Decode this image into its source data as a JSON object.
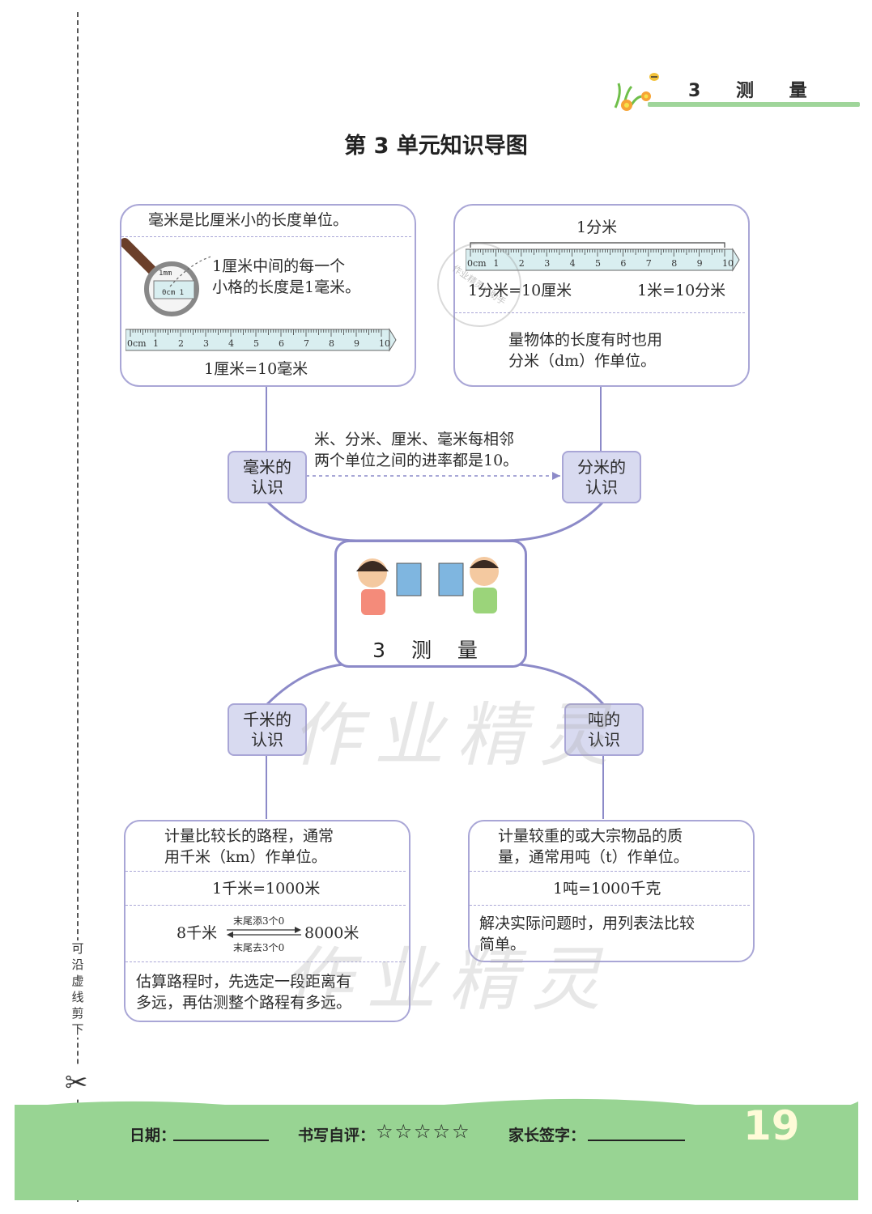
{
  "header": {
    "unit_label": "3 测 量"
  },
  "page_title": "第 3 单元知识导图",
  "center": {
    "title": "3 测 量"
  },
  "mm_box": {
    "title": "毫米是比厘米小的长度单位。",
    "desc_line1": "1厘米中间的每一个",
    "desc_line2": "小格的长度是1毫米。",
    "magnifier_mm": "1mm",
    "magnifier_cm": "0cm  1",
    "ruler_labels": [
      "0cm",
      "1",
      "2",
      "3",
      "4",
      "5",
      "6",
      "7",
      "8",
      "9",
      "10"
    ],
    "equation": "1厘米=10毫米"
  },
  "dm_box": {
    "brace_label": "1分米",
    "ruler_labels": [
      "0cm",
      "1",
      "2",
      "3",
      "4",
      "5",
      "6",
      "7",
      "8",
      "9",
      "10"
    ],
    "eq1": "1分米=10厘米",
    "eq2": "1米=10分米",
    "note_line1": "量物体的长度有时也用",
    "note_line2": "分米（dm）作单位。"
  },
  "connector_note": {
    "line1": "米、分米、厘米、毫米每相邻",
    "line2": "两个单位之间的进率都是10。"
  },
  "nodes": {
    "mm": {
      "line1": "毫米的",
      "line2": "认识"
    },
    "dm": {
      "line1": "分米的",
      "line2": "认识"
    },
    "km": {
      "line1": "千米的",
      "line2": "认识"
    },
    "t": {
      "line1": "吨的",
      "line2": "认识"
    }
  },
  "km_box": {
    "intro_line1": "计量比较长的路程，通常",
    "intro_line2": "用千米（km）作单位。",
    "equation": "1千米=1000米",
    "conv_left": "8千米",
    "conv_top": "末尾添3个0",
    "conv_bottom": "末尾去3个0",
    "conv_right": "8000米",
    "tip_line1": "估算路程时，先选定一段距离有",
    "tip_line2": "多远，再估测整个路程有多远。"
  },
  "t_box": {
    "intro_line1": "计量较重的或大宗物品的质",
    "intro_line2": "量，通常用吨（t）作单位。",
    "equation": "1吨=1000千克",
    "tip_line1": "解决实际问题时，用列表法比较",
    "tip_line2": "简单。"
  },
  "cut_note": [
    "可",
    "沿",
    "虚",
    "线",
    "剪",
    "下"
  ],
  "footer": {
    "date_label": "日期：",
    "self_eval_label": "书写自评：",
    "stars": "☆☆☆☆☆",
    "parent_sign_label": "家长签字：",
    "page_number": "19"
  },
  "watermark": "作业精灵",
  "stamp_text": "作业精灵小助手",
  "colors": {
    "box_border": "#a9a6d6",
    "node_fill": "#d8daf0",
    "footer_green": "#98d493",
    "header_green": "#9fd59a"
  }
}
